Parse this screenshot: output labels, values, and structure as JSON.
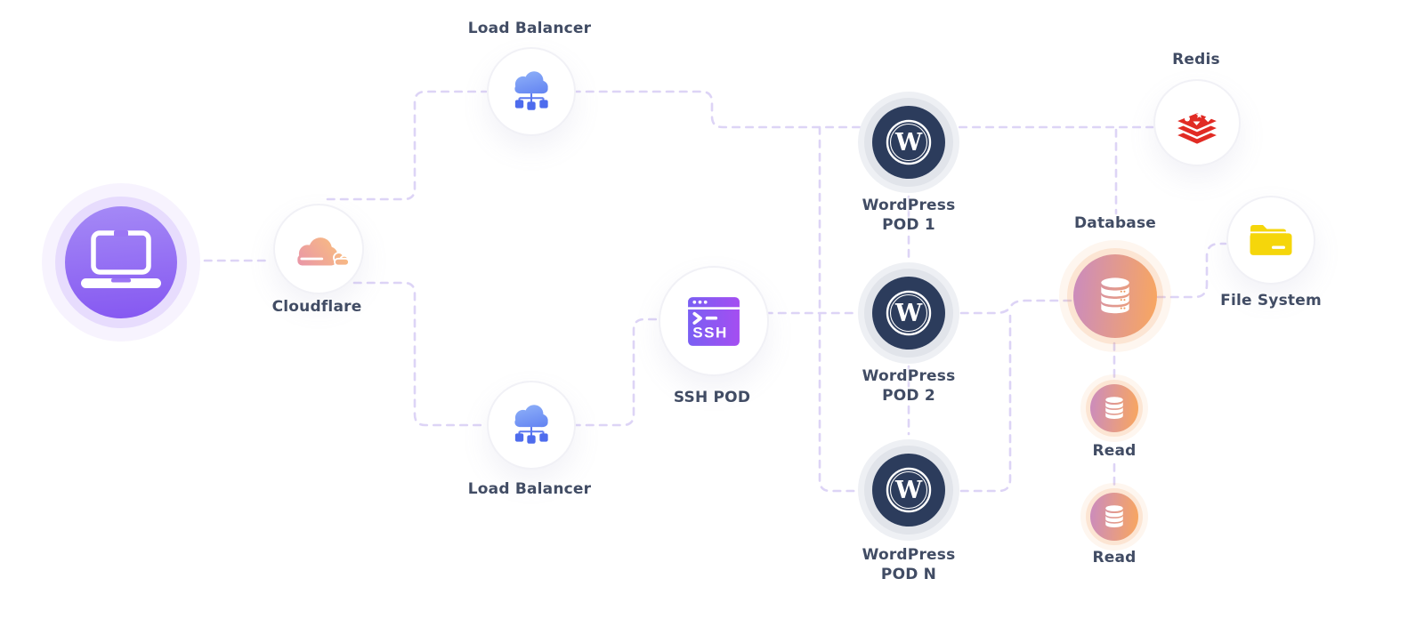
{
  "diagram": {
    "type": "architecture-diagram",
    "background": "#ffffff",
    "wordpress_logo_letter": "W",
    "nodes": {
      "client": {
        "icon": "laptop-icon"
      },
      "cloudflare": {
        "label": "Cloudflare",
        "icon": "cloudflare-cloud-icon"
      },
      "load_balancer_top": {
        "label": "Load Balancer",
        "icon": "cloud-network-icon"
      },
      "load_balancer_bottom": {
        "label": "Load Balancer",
        "icon": "cloud-network-icon"
      },
      "ssh_pod": {
        "label": "SSH POD",
        "icon": "ssh-terminal-icon",
        "icon_text": "SSH"
      },
      "wordpress_pod_1": {
        "label_line_1": "WordPress",
        "label_line_2": "POD 1",
        "icon": "wordpress-icon"
      },
      "wordpress_pod_2": {
        "label_line_1": "WordPress",
        "label_line_2": "POD 2",
        "icon": "wordpress-icon"
      },
      "wordpress_pod_n": {
        "label_line_1": "WordPress",
        "label_line_2": "POD N",
        "icon": "wordpress-icon"
      },
      "redis": {
        "label": "Redis",
        "icon": "redis-icon"
      },
      "database": {
        "label": "Database",
        "icon": "database-icon"
      },
      "read_replica_1": {
        "label": "Read",
        "icon": "database-icon"
      },
      "read_replica_2": {
        "label": "Read",
        "icon": "database-icon"
      },
      "file_system": {
        "label": "File System",
        "icon": "folder-icon"
      }
    },
    "connections": [
      {
        "from": "client",
        "to": "cloudflare"
      },
      {
        "from": "cloudflare",
        "to": "load_balancer_top"
      },
      {
        "from": "cloudflare",
        "to": "load_balancer_bottom"
      },
      {
        "from": "load_balancer_top",
        "to": "wordpress_pod_1"
      },
      {
        "from": "load_balancer_top",
        "to": "wordpress_pod_2"
      },
      {
        "from": "load_balancer_top",
        "to": "wordpress_pod_n"
      },
      {
        "from": "load_balancer_bottom",
        "to": "ssh_pod"
      },
      {
        "from": "ssh_pod",
        "to": "wordpress_pod_2"
      },
      {
        "from": "wordpress_pod_1",
        "to": "redis"
      },
      {
        "from": "wordpress_pod_1",
        "to": "wordpress_pod_2"
      },
      {
        "from": "wordpress_pod_2",
        "to": "wordpress_pod_n"
      },
      {
        "from": "wordpress_pod_2",
        "to": "database"
      },
      {
        "from": "wordpress_pod_n",
        "to": "database"
      },
      {
        "from": "load_balancer_top",
        "to": "database"
      },
      {
        "from": "database",
        "to": "file_system"
      },
      {
        "from": "database",
        "to": "read_replica_1"
      },
      {
        "from": "read_replica_1",
        "to": "read_replica_2"
      }
    ],
    "colors": {
      "edge": "#ddd4f6",
      "label_text": "#414c64",
      "client_gradient": [
        "#a58af6",
        "#8557f1"
      ],
      "cloudflare_orange": [
        "#e894aa",
        "#f9bd80"
      ],
      "load_balancer_blue": [
        "#8caef8",
        "#4b6bee"
      ],
      "ssh_purple": [
        "#7a5ff3",
        "#a44ef1"
      ],
      "wordpress_navy": "#2c3c5c",
      "database_gradient": [
        "#ca8bbf",
        "#f9a75e"
      ],
      "redis_red": "#e12b24",
      "folder_yellow": "#f5d60b"
    }
  }
}
